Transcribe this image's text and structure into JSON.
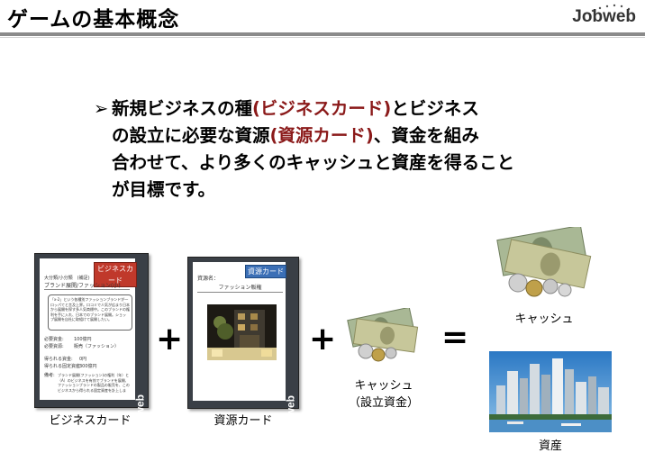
{
  "header": {
    "title": "ゲームの基本概念",
    "logo": "Jobweb"
  },
  "bullet": {
    "marker": "➢",
    "line1_a": "新規ビジネスの種",
    "line1_red": "(ビジネスカード)",
    "line1_b": "とビジネス",
    "line2_a": "の設立に必要な資源",
    "line2_red": "(資源カード)",
    "line2_b": "、資金を組み",
    "line3": "合わせて、より多くのキャッシュと資産を得ること",
    "line4": "が目標です。"
  },
  "cards": {
    "business": {
      "tag": "ビジネスカード",
      "category_label": "大分類/小分類　(補足)",
      "name": "ブランド展開/ファッション(小)",
      "description": "「x-2」という各種別ファッションブランドが一ロッパてと言及上界。口コミで人気が広まり日本から展開を探す多人気商標中。このブランドの権利を手に入れ、日本でのブランド展開。ショップ展開を自社に取組けて展開したい。",
      "funds_label": "必要資金:",
      "funds_value": "100億円",
      "resource_label": "必要資源:",
      "resource_value": "販売（ファッション）",
      "cash_label": "得られる資金:",
      "cash_value": "0円",
      "asset_label": "得られる固定資産:",
      "asset_value": "300億円",
      "note_label": "備考:",
      "note": "ブランド展開(ファッション)の権利（年）と（A）のビジネスを有効でブランドを展開、ファッションブランドの製品の販売を、このビジネスから得られる固定資産を計上します。",
      "side_logo": "Jobweb",
      "caption": "ビジネスカード"
    },
    "resource": {
      "tag": "資源カード",
      "name_label": "資源名：",
      "name": "ファッション販権",
      "side_logo": "Jobweb",
      "caption": "資源カード"
    }
  },
  "operators": {
    "plus1": "+",
    "plus2": "+",
    "equals": "="
  },
  "items": {
    "cash_funds_line1": "キャッシュ",
    "cash_funds_line2": "（設立資金）",
    "cash": "キャッシュ",
    "asset": "資産"
  },
  "colors": {
    "card_border": "#3a3f46",
    "red_text": "#8b1a1a",
    "tag_red": "#c0392b",
    "tag_blue": "#3b6fb6"
  }
}
